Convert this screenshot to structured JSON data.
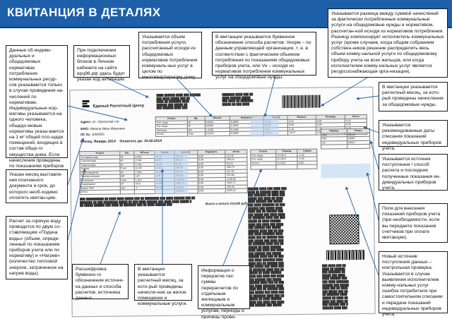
{
  "header": {
    "title": "КВИТАНЦИЯ В ДЕТАЛЯХ"
  },
  "notes": {
    "n1": "Данные об индиви-дуальных и общедомовых нормативах потребления коммунальных ресур-сов указываются только в случае проведения на-числений по нормативам. Индивидуальные нор-мативы указываются на одного человека, общедо-мовые нормативы указы-вается на 1 м² общей пло-щади помещений, входящих в состав обще-го имущества дома. Если начисления проведены по показаниям приборов учета, нормативы не ука-зываются.",
    "n2": "При подключении информационных блоков в Личном кабинете на сайте ерц96.рф здесь будет указан код активации.",
    "n3": "Указывается объем потребления услуги, рассчитанный исходя из общедомовых нормативов потребления коммуналь-ных услуг в целом по многоквартирному дому.",
    "n4": "В квитанции указывается буквенное обозначение способа расчетов: Vнорм – по данным управляющей организации, т. е. в соответствии с фактическим объемом потребления по показаниям общедомовых приборов учета, или Vн – исходя из нормативов потребления коммунальных услуг на общедомовые нужды.",
    "n5": "Указывается разница между суммой начислений за фактически потребленные коммунальные услуги на общедомовые нужды и нормативом, рассчитан-ной исходя из нормативов потребления. Разницу компенсирует исполнитель коммунальных услуг (кроме случаев, когда общим собранием собствен-ников решение распределить весь объем комму-нальной услуги по общедомовому прибору учета на всех жильцов, или когда исполнителем комму-нальных услуг является ресурсоснабжающая орга-низация).",
    "n6": "В квитанции указывается расчетный месяц, за кото-рый проведены начисления за общедомовые нужды.",
    "n7": "Указываются рекомендованные даты списания показаний индивидуальных приборов учета.",
    "n8": "Указывается источник поступления / способ расчета и последние полученные показания ин-дивидуальных приборов учета.",
    "n9": "Поля для внесения показаний приборов учета (при необходимости, если вы передаете показания счетчиков при оплате квитанции).",
    "n10": "Новый источник поступления данных – контрольная проверка. Указывается в случае выявления исполнителем комму-нальных услуг ошибок потребителя при самостоятельном списании и передаче показаний индивидуальных приборов учета.",
    "n11": "Указан месяц выставле-ния платежного документа и срок, до которого необ-ходимо оплатить квитан-цию.",
    "n12": "Расчет за горячую воду проводится по двум со-ставляющим «Подача воды» (объем, опреде-ленный по показаниям приборов учета или по нормативу) и «Нагрев» (количество тепловой энергии, затраченное на нагрев воды).",
    "n13": "Расшифровка буквенно-го обозначения источни-ка данных и способа расчетов, источника данных.",
    "n14": "В квитанции указывается расчетный месяц, за кото-рый проведены начисле-ния за жилое помещение и коммунальные услуги.",
    "n15": "Информация о перерасче-тах: суммы перерасчетов по отдельным жилищным и коммунальным услугам, периоды и причины прове-дения."
  },
  "bill": {
    "org_name": "Единый Расчетный Центр",
    "address_label": "Адрес:",
    "address_value": "ул. Уральская стр",
    "fio_label": "ФИО:",
    "fio_value": "Иванов Иван Иванович",
    "ls_label": "ЛС №:",
    "ls_value": "1000000",
    "month_label": "Месяц:",
    "month_value": "Январь 2014",
    "due_label": "Оплатить до:",
    "due_value": "10.02.2014",
    "services": [
      "Холодная вода",
      "Горячая вода",
      "Подача воды",
      "Нагрев",
      "Водоотведение",
      "Электроэнергия",
      "Отопление",
      "Содержание",
      "Вывоз ТБО",
      "Итого"
    ],
    "total_label": "Всего к оплате",
    "total_value": "514,96 руб."
  }
}
